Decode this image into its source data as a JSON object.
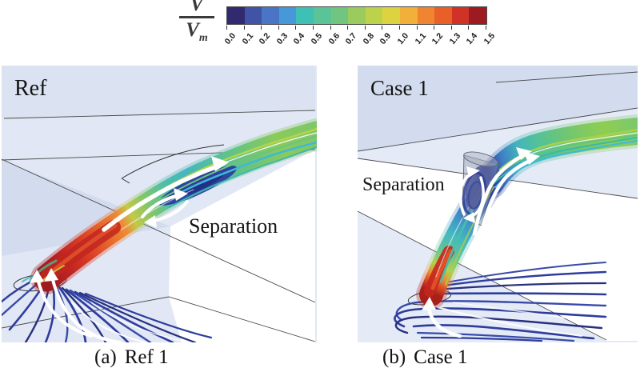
{
  "figure": {
    "colorbar": {
      "numerator": "V",
      "denominator": "V",
      "denominator_subscript": "m",
      "tick_labels": [
        "0.0",
        "0.1",
        "0.2",
        "0.3",
        "0.4",
        "0.5",
        "0.6",
        "0.7",
        "0.8",
        "0.9",
        "1.0",
        "1.1",
        "1.2",
        "1.3",
        "1.4",
        "1.5"
      ],
      "segment_colors": [
        "#312a6e",
        "#4153a7",
        "#4a74c6",
        "#4798d8",
        "#3fc0b4",
        "#5ac498",
        "#72c57e",
        "#9acb5d",
        "#bdd24b",
        "#ddd23f",
        "#f0b03a",
        "#f1852f",
        "#e95f28",
        "#d03326",
        "#9d1b20"
      ]
    },
    "panels": [
      {
        "label": "Ref",
        "annotation": "Separation",
        "caption_marker": "(a)",
        "caption_text": "Ref 1"
      },
      {
        "label": "Case 1",
        "annotation": "Separation",
        "caption_marker": "(b)",
        "caption_text": "Case 1"
      }
    ]
  }
}
